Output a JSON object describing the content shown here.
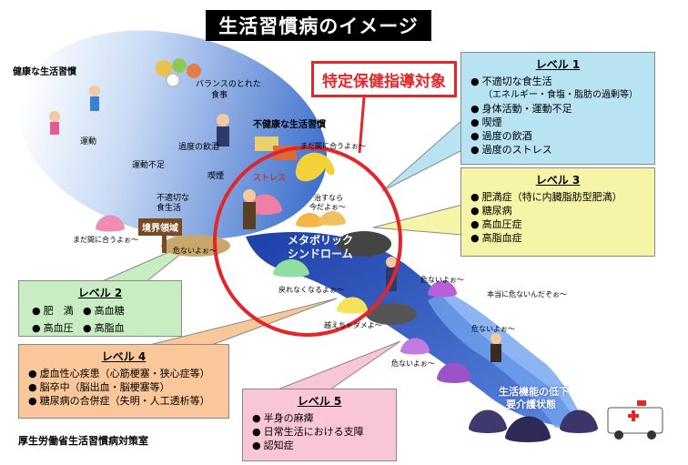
{
  "title": "生活習慣病のイメージ",
  "target_label": "特定保健指導対象",
  "footer": "厚生労働省生活習慣病対策室",
  "colors": {
    "oval": "#5f8fd6",
    "river": "#2f58c2",
    "highlight_circle": "#e2262a",
    "level1_bg": "#b7e3f2",
    "level2_bg": "#c8edc3",
    "level3_bg": "#f6f4a7",
    "level4_bg": "#f9c799",
    "level5_bg": "#f9c6d6"
  },
  "map": {
    "healthy_life": "健康な生活習慣",
    "balanced_diet_1": "バランスのとれた",
    "balanced_diet_2": "食事",
    "exercise": "運動",
    "unhealthy_life": "不健康な生活習慣",
    "excess_drinking": "過度の飲酒",
    "lack_of_exercise": "運動不足",
    "smoking": "喫煙",
    "improper_diet_1": "不適切な",
    "improper_diet_2": "食生活",
    "stress": "ストレス",
    "boundary": "境界領域",
    "metabolic_1": "メタボリック",
    "metabolic_2": "シンドローム",
    "function_decline_1": "生活機能の低下",
    "function_decline_2": "要介護状態"
  },
  "speech": {
    "madamani_1": "まだ間に合うよぉ～",
    "madamani_2": "まだ間に合うよぉ～",
    "abunai_1": "危ないよぉ～",
    "abunai_2": "危ないよぉ～",
    "abunai_3": "危ないよぉ～",
    "abunai_4": "危ないよぉ～",
    "naosunara_1": "治すなら",
    "naosunara_2": "今だよぉ～",
    "modorenaku": "戻れなくなるよぉ～",
    "koetenai": "越えちゃダメよ～",
    "hontouni": "本当に危ないんだぞぉ～"
  },
  "level1": {
    "title": "レベル 1",
    "items": [
      "不適切な食生活",
      "（エネルギー・食塩・脂肪の過剰等）",
      "身体活動・運動不足",
      "喫煙",
      "過度の飲酒",
      "過度のストレス"
    ]
  },
  "level2": {
    "title": "レベル 2",
    "items": [
      "肥　満",
      "高血糖",
      "高血圧",
      "高脂血"
    ]
  },
  "level3": {
    "title": "レベル 3",
    "items": [
      "肥満症（特に内臓脂肪型肥満）",
      "糖尿病",
      "高血圧症",
      "高脂血症"
    ]
  },
  "level4": {
    "title": "レベル 4",
    "items": [
      "虚血性心疾患（心筋梗塞・狭心症等）",
      "脳卒中（脳出血・脳梗塞等）",
      "糖尿病の合併症（失明・人工透析等）"
    ]
  },
  "level5": {
    "title": "レベル 5",
    "items": [
      "半身の麻痺",
      "日常生活における支障",
      "認知症"
    ]
  }
}
